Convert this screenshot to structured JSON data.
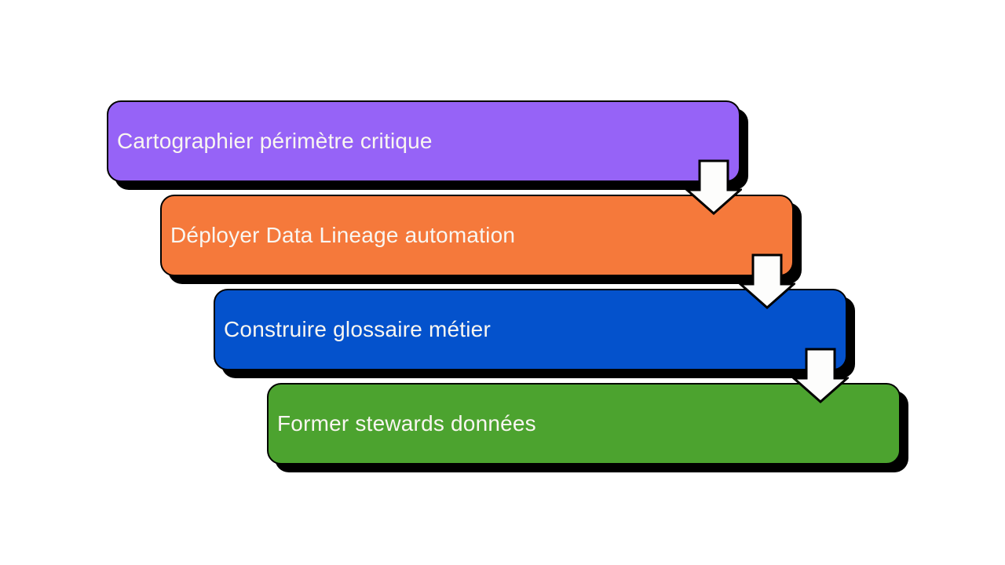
{
  "diagram": {
    "background_color": "#FFFFFF",
    "outline_color": "#000000",
    "shadow_color": "#000000",
    "text_color": "#F9F6F1",
    "arrow_fill": "#FDFDFC",
    "steps": [
      {
        "label": "Cartographier périmètre critique",
        "fill": "#9663F7"
      },
      {
        "label": "Déployer Data Lineage automation",
        "fill": "#F5793B"
      },
      {
        "label": "Construire glossaire métier",
        "fill": "#0452CC"
      },
      {
        "label": "Former stewards données",
        "fill": "#4CA32F"
      }
    ]
  }
}
